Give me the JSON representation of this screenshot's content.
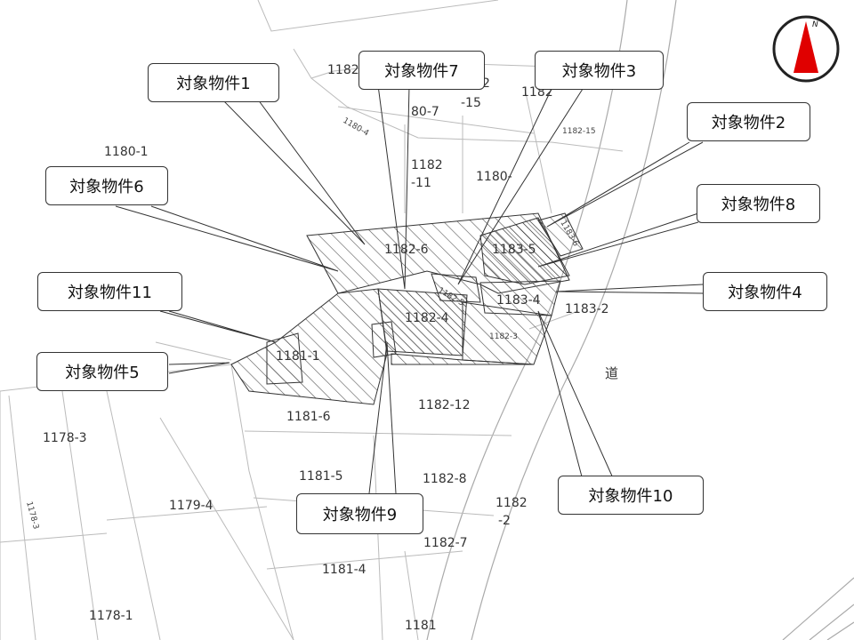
{
  "callouts": {
    "c1": "対象物件1",
    "c2": "対象物件2",
    "c3": "対象物件3",
    "c4": "対象物件4",
    "c5": "対象物件5",
    "c6": "対象物件6",
    "c7": "対象物件7",
    "c8": "対象物件8",
    "c9": "対象物件9",
    "c10": "対象物件10",
    "c11": "対象物件11"
  },
  "lots": {
    "l1180_1": "1180-1",
    "l1182_top": "1182",
    "l1180_7": "80-7",
    "l2": "2",
    "l_15": "-15",
    "l1182_right": "1182",
    "l1182_11a": "1182",
    "l1182_11b": "-11",
    "l1180_r": "1180-",
    "l1182_6": "1182-6",
    "l1183_5": "1183-5",
    "l1182_5": "1182-5",
    "l1183_4": "1183-4",
    "l1183_2": "1183-2",
    "l1182_4": "1182-4",
    "l1182_3": "1182-3",
    "l1181_1": "1181-1",
    "l1182_12": "1182-12",
    "l1181_6": "1181-6",
    "l1178_3": "1178-3",
    "l1181_5": "1181-5",
    "l1182_8": "1182-8",
    "l1182_2a": "1182",
    "l1182_2b": "-2",
    "l1179_4": "1179-4",
    "l1182_7": "1182-7",
    "l1181_4": "1181-4",
    "l1178_1": "1178-1",
    "l1181_b": "1181",
    "l1180_4s": "1180-4",
    "l1182_15s": "1182-15",
    "l1183_6s": "1183-6",
    "l_left_s": "1178-3"
  },
  "road_label": "道",
  "compass": {
    "label": "N",
    "color": "#e00000"
  }
}
